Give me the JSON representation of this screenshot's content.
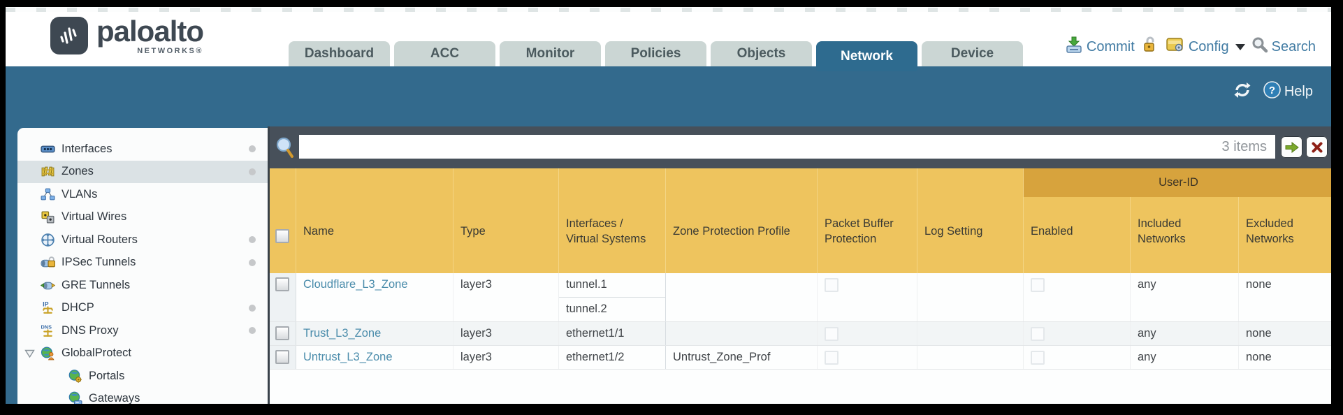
{
  "brand": {
    "wordmark": "paloalto",
    "sub": "NETWORKS®"
  },
  "nav": {
    "tabs": [
      {
        "label": "Dashboard",
        "active": false
      },
      {
        "label": "ACC",
        "active": false
      },
      {
        "label": "Monitor",
        "active": false
      },
      {
        "label": "Policies",
        "active": false
      },
      {
        "label": "Objects",
        "active": false
      },
      {
        "label": "Network",
        "active": true
      },
      {
        "label": "Device",
        "active": false
      }
    ],
    "commit_label": "Commit",
    "config_label": "Config",
    "search_label": "Search"
  },
  "toolbar": {
    "help_label": "Help"
  },
  "filter": {
    "value": "",
    "count": "3 items"
  },
  "sidebar": {
    "items": [
      {
        "label": "Interfaces",
        "icon": "interfaces-icon",
        "dot": true,
        "selected": false,
        "indent": 0
      },
      {
        "label": "Zones",
        "icon": "zones-icon",
        "dot": true,
        "selected": true,
        "indent": 0
      },
      {
        "label": "VLANs",
        "icon": "vlans-icon",
        "dot": false,
        "selected": false,
        "indent": 0
      },
      {
        "label": "Virtual Wires",
        "icon": "virtual-wires-icon",
        "dot": false,
        "selected": false,
        "indent": 0
      },
      {
        "label": "Virtual Routers",
        "icon": "virtual-routers-icon",
        "dot": true,
        "selected": false,
        "indent": 0
      },
      {
        "label": "IPSec Tunnels",
        "icon": "ipsec-tunnels-icon",
        "dot": true,
        "selected": false,
        "indent": 0
      },
      {
        "label": "GRE Tunnels",
        "icon": "gre-tunnels-icon",
        "dot": false,
        "selected": false,
        "indent": 0
      },
      {
        "label": "DHCP",
        "icon": "dhcp-icon",
        "dot": true,
        "selected": false,
        "indent": 0
      },
      {
        "label": "DNS Proxy",
        "icon": "dns-proxy-icon",
        "dot": true,
        "selected": false,
        "indent": 0
      },
      {
        "label": "GlobalProtect",
        "icon": "globalprotect-icon",
        "dot": false,
        "selected": false,
        "indent": 0,
        "expanded": true
      },
      {
        "label": "Portals",
        "icon": "portals-icon",
        "dot": false,
        "selected": false,
        "indent": 1
      },
      {
        "label": "Gateways",
        "icon": "gateways-icon",
        "dot": false,
        "selected": false,
        "indent": 1
      }
    ]
  },
  "table": {
    "user_id_group": "User-ID",
    "columns": [
      "Name",
      "Type",
      "Interfaces / Virtual Systems",
      "Zone Protection Profile",
      "Packet Buffer Protection",
      "Log Setting",
      "Enabled",
      "Included Networks",
      "Excluded Networks"
    ],
    "rows": [
      {
        "name": "Cloudflare_L3_Zone",
        "type": "layer3",
        "interfaces": [
          "tunnel.1",
          "tunnel.2"
        ],
        "zone_protection_profile": "",
        "log_setting": "",
        "packet_buffer_protection_checked": false,
        "user_id_enabled_checked": false,
        "included_networks": "any",
        "excluded_networks": "none"
      },
      {
        "name": "Trust_L3_Zone",
        "type": "layer3",
        "interfaces": [
          "ethernet1/1"
        ],
        "zone_protection_profile": "",
        "log_setting": "",
        "packet_buffer_protection_checked": false,
        "user_id_enabled_checked": false,
        "included_networks": "any",
        "excluded_networks": "none"
      },
      {
        "name": "Untrust_L3_Zone",
        "type": "layer3",
        "interfaces": [
          "ethernet1/2"
        ],
        "zone_protection_profile": "Untrust_Zone_Prof",
        "log_setting": "",
        "packet_buffer_protection_checked": false,
        "user_id_enabled_checked": false,
        "included_networks": "any",
        "excluded_networks": "none"
      }
    ]
  },
  "colors": {
    "teal_band": "#336a8d",
    "active_tab": "#2e6b8f",
    "inactive_tab": "#cbd6d4",
    "slate_searchbar": "#47505a",
    "table_header_orange": "#eec45e",
    "user_id_band_orange": "#d7a33d",
    "link_blue": "#417ba3",
    "zone_link_blue": "#4a8cab",
    "frame_black": "#000000"
  }
}
